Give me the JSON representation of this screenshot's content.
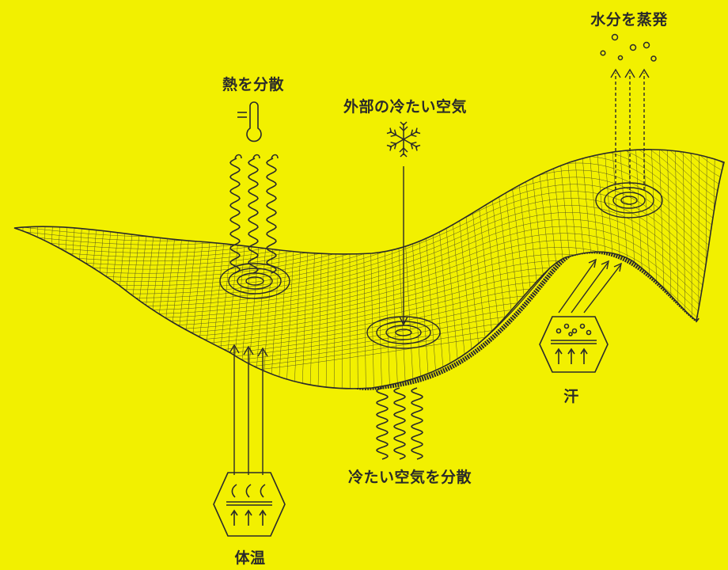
{
  "labels": {
    "disperse_heat": "熱を分散",
    "outside_cold_air": "外部の冷たい空気",
    "evaporate_moisture": "水分を蒸発",
    "disperse_cold_air": "冷たい空気を分散",
    "sweat": "汗",
    "body_heat": "体温"
  },
  "colors": {
    "background": "#f2f000",
    "ink": "#2a2a2a",
    "fabric": "#f2f000"
  },
  "icons": {
    "thermometer": "thermometer-icon",
    "snowflake": "snowflake-icon",
    "droplets": "vapor-droplets-icon",
    "sweat_hex": "sweat-hexagon-icon",
    "body_heat_hex": "body-heat-hexagon-icon"
  }
}
